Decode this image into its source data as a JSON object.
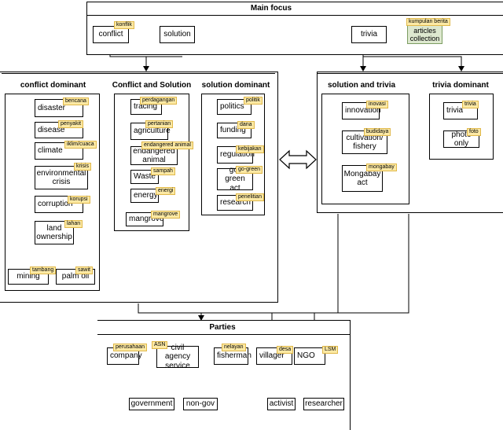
{
  "main_focus": {
    "title": "Main focus",
    "conflict": "conflict",
    "conflict_tag": "konflik",
    "solution": "solution",
    "trivia": "trivia",
    "articles": "articles collection",
    "articles_tag": "kumpulan berita"
  },
  "conflict_dominant": {
    "title": "conflict dominant",
    "items": [
      {
        "label": "disaster",
        "tag": "bencana"
      },
      {
        "label": "disease",
        "tag": "penyakit"
      },
      {
        "label": "climate",
        "tag": "iklim/cuaca"
      },
      {
        "label": "environmental crisis",
        "tag": "krisis"
      },
      {
        "label": "corruption",
        "tag": "korupsi"
      },
      {
        "label": "land ownership",
        "tag": "lahan"
      },
      {
        "label": "mining",
        "tag": "tambang"
      },
      {
        "label": "palm oil",
        "tag": "sawit"
      }
    ]
  },
  "conflict_solution": {
    "title": "Conflict and Solution",
    "items": [
      {
        "label": "tracing",
        "tag": "perdagangan"
      },
      {
        "label": "agriculture",
        "tag": "pertanian"
      },
      {
        "label": "endangered animal",
        "tag": "endangered animal"
      },
      {
        "label": "Waste",
        "tag": "sampah"
      },
      {
        "label": "energy",
        "tag": "energi"
      },
      {
        "label": "mangrove",
        "tag": "mangrove"
      }
    ]
  },
  "solution_dominant": {
    "title": "solution dominant",
    "items": [
      {
        "label": "politics",
        "tag": "politik"
      },
      {
        "label": "funding",
        "tag": "dana"
      },
      {
        "label": "regulation",
        "tag": "kebijakan"
      },
      {
        "label": "go-green act",
        "tag": "go-green"
      },
      {
        "label": "research",
        "tag": "penelitian"
      }
    ]
  },
  "solution_trivia": {
    "title": "solution and trivia",
    "items": [
      {
        "label": "innovation",
        "tag": "inovasi"
      },
      {
        "label": "cultivation/ fishery",
        "tag": "budidaya"
      },
      {
        "label": "Mongabay act",
        "tag": "mongabay"
      }
    ]
  },
  "trivia_dominant": {
    "title": "trivia dominant",
    "items": [
      {
        "label": "trivia",
        "tag": "trivia"
      },
      {
        "label": "photo only",
        "tag": "foto"
      }
    ]
  },
  "parties": {
    "title": "Parties",
    "items": [
      {
        "label": "company",
        "tag": "perusahaan"
      },
      {
        "label": "civil agency service",
        "tag": "ASN"
      },
      {
        "label": "fisherman",
        "tag": "nelayan"
      },
      {
        "label": "villager",
        "tag": "desa"
      },
      {
        "label": "NGO",
        "tag": "LSM"
      },
      {
        "label": "government",
        "tag": ""
      },
      {
        "label": "non-gov",
        "tag": ""
      },
      {
        "label": "activist",
        "tag": ""
      },
      {
        "label": "researcher",
        "tag": ""
      }
    ]
  }
}
